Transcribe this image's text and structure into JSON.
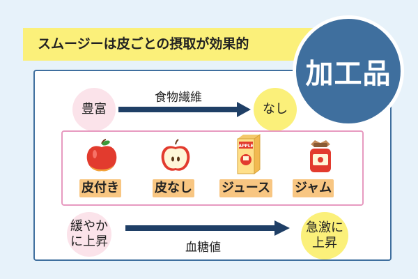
{
  "banner": {
    "text": "スムージーは皮ごとの摂取が効果的"
  },
  "badge": {
    "text": "加工品"
  },
  "fiber": {
    "left": "豊富",
    "label": "食物繊維",
    "right": "なし"
  },
  "sugar": {
    "left": "緩やか\nに上昇",
    "label": "血糖値",
    "right": "急激に\n上昇"
  },
  "foods": [
    {
      "label": "皮付き",
      "icon": "whole-apple-icon"
    },
    {
      "label": "皮なし",
      "icon": "peeled-apple-icon"
    },
    {
      "label": "ジュース",
      "icon": "juice-carton-icon"
    },
    {
      "label": "ジャム",
      "icon": "jam-jar-icon"
    }
  ],
  "carton": {
    "brand": "APPLE"
  },
  "colors": {
    "navy": "#1f3f66",
    "badge": "#3f6f9e",
    "yellow": "#fbf07a",
    "pink": "#fbe3ea",
    "label_orange": "#f8c682",
    "apple_red": "#e23b2e"
  }
}
